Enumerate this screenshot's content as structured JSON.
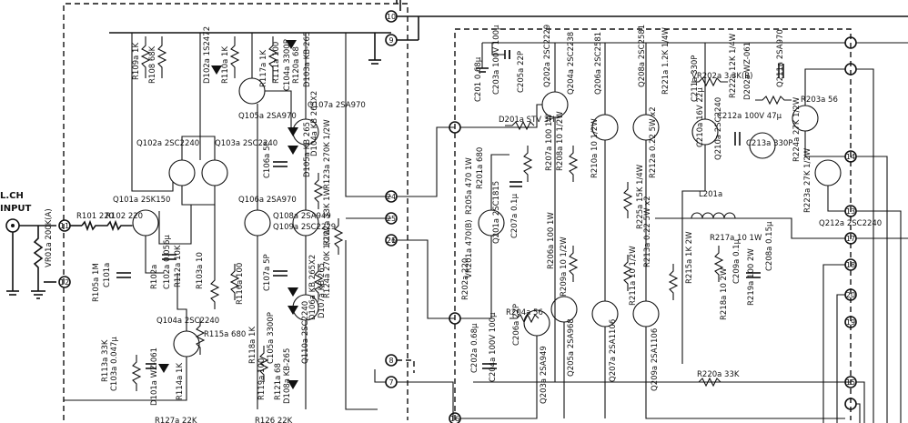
{
  "input": {
    "title_line1": "L.CH",
    "title_line2": "INPUT"
  },
  "nodes": [
    "10",
    "9",
    "11",
    "12",
    "13",
    "14",
    "15",
    "16",
    "17",
    "18",
    "19",
    "20",
    "21",
    "24",
    "25",
    "26",
    "7",
    "8"
  ],
  "components_left": [
    {
      "ref": "R109a",
      "value": "1K"
    },
    {
      "ref": "R108",
      "value": "68K"
    },
    {
      "ref": "D102a",
      "value": "1S2472"
    },
    {
      "ref": "R110a",
      "value": "1K"
    },
    {
      "ref": "R117a",
      "value": "1K"
    },
    {
      "ref": "R111a",
      "value": "100"
    },
    {
      "ref": "Q105a",
      "value": "2SA970"
    },
    {
      "ref": "C104a",
      "value": "3300P"
    },
    {
      "ref": "R120a",
      "value": "68"
    },
    {
      "ref": "D103a",
      "value": "KB-265"
    },
    {
      "ref": "Q107a",
      "value": "2SA970"
    },
    {
      "ref": "D104a",
      "value": "KB 265X2"
    },
    {
      "ref": "D105a",
      "value": "KB 265"
    },
    {
      "ref": "Q102a",
      "value": "2SC2240"
    },
    {
      "ref": "Q103a",
      "value": "2SC2240"
    },
    {
      "ref": "C106a",
      "value": "5P"
    },
    {
      "ref": "R123a",
      "value": "270K 1/2W"
    },
    {
      "ref": "Q101a",
      "value": "2SK150"
    },
    {
      "ref": "Q106a",
      "value": "2SA970"
    },
    {
      "ref": "Q108a",
      "value": "2SA949"
    },
    {
      "ref": "Q109a",
      "value": "2SC2229"
    },
    {
      "ref": "R122a",
      "value": "33K 1W"
    },
    {
      "ref": "R101",
      "value": "220"
    },
    {
      "ref": "R102",
      "value": "220"
    },
    {
      "ref": "VR01a",
      "value": "200K(A)"
    },
    {
      "ref": "R105a",
      "value": "1M"
    },
    {
      "ref": "C101a",
      "value": ""
    },
    {
      "ref": "R102a",
      "value": ""
    },
    {
      "ref": "C102a",
      "value": "0.056μ"
    },
    {
      "ref": "R112a",
      "value": "10K"
    },
    {
      "ref": "R103a",
      "value": "10"
    },
    {
      "ref": "R116a",
      "value": "100"
    },
    {
      "ref": "C107a",
      "value": "5P"
    },
    {
      "ref": "R124a",
      "value": "270K 1/2W"
    },
    {
      "ref": "D106a",
      "value": "KB 265X2"
    },
    {
      "ref": "D107a",
      "value": "KB 265"
    },
    {
      "ref": "Q104a",
      "value": "2SC2240"
    },
    {
      "ref": "R115a",
      "value": "680"
    },
    {
      "ref": "R113a",
      "value": "33K"
    },
    {
      "ref": "C103a",
      "value": "0.047μ"
    },
    {
      "ref": "D101a",
      "value": "WZ-061"
    },
    {
      "ref": "R114a",
      "value": "1K"
    },
    {
      "ref": "R118a",
      "value": "1K"
    },
    {
      "ref": "C105a",
      "value": "3300P"
    },
    {
      "ref": "R119a",
      "value": "100"
    },
    {
      "ref": "R121a",
      "value": "68"
    },
    {
      "ref": "D108a",
      "value": "KB-265"
    },
    {
      "ref": "Q110a",
      "value": "2SC2240"
    },
    {
      "ref": "R127a",
      "value": "22K"
    },
    {
      "ref": "R126",
      "value": "22K"
    }
  ],
  "components_right": [
    {
      "ref": "C201",
      "value": "0.68μ"
    },
    {
      "ref": "C203a",
      "value": "100V 100μ"
    },
    {
      "ref": "C205a",
      "value": "22P"
    },
    {
      "ref": "Q202a",
      "value": "2SC2229"
    },
    {
      "ref": "Q204a",
      "value": "2SC2238"
    },
    {
      "ref": "Q206a",
      "value": "2SC2581"
    },
    {
      "ref": "Q208a",
      "value": "2SC2581"
    },
    {
      "ref": "R221a",
      "value": "1.2K 1/4W"
    },
    {
      "ref": "VR202a",
      "value": "3.3K(B)"
    },
    {
      "ref": "C211a",
      "value": "330P"
    },
    {
      "ref": "C212a",
      "value": "100V 47μ"
    },
    {
      "ref": "R222a",
      "value": "12K 1/4W"
    },
    {
      "ref": "D202a",
      "value": "WZ-061"
    },
    {
      "ref": "Q211a",
      "value": "2SA970"
    },
    {
      "ref": "R203a",
      "value": "56"
    },
    {
      "ref": "D201a",
      "value": "STV 3H"
    },
    {
      "ref": "R201a",
      "value": "680"
    },
    {
      "ref": "R205a",
      "value": "470 1W"
    },
    {
      "ref": "R207a",
      "value": "100 1W"
    },
    {
      "ref": "R208a",
      "value": "10 1/2W"
    },
    {
      "ref": "R210a",
      "value": "10 1/2W"
    },
    {
      "ref": "R212a",
      "value": "0.22 5W x2"
    },
    {
      "ref": "R225a",
      "value": "15K 1/4W"
    },
    {
      "ref": "C210a",
      "value": "16V 22μ"
    },
    {
      "ref": "Q210a",
      "value": "2SC2240"
    },
    {
      "ref": "C213a",
      "value": "330P"
    },
    {
      "ref": "R224a",
      "value": "27K 1/2W"
    },
    {
      "ref": "R223a",
      "value": "27K 1/2W"
    },
    {
      "ref": "Q212a",
      "value": "2SC2240"
    },
    {
      "ref": "C207a",
      "value": "0.1μ"
    },
    {
      "ref": "Q201a",
      "value": "2SC1815"
    },
    {
      "ref": "VR201a",
      "value": "470(B)"
    },
    {
      "ref": "R202a",
      "value": "220"
    },
    {
      "ref": "R206a",
      "value": "100 1W"
    },
    {
      "ref": "R213a",
      "value": "0.22 5W x2"
    },
    {
      "ref": "L201a",
      "value": ""
    },
    {
      "ref": "R217a",
      "value": "10 1W"
    },
    {
      "ref": "C208a",
      "value": "0.15μ"
    },
    {
      "ref": "R204a",
      "value": "56"
    },
    {
      "ref": "C209a",
      "value": "0.1μ"
    },
    {
      "ref": "R211a",
      "value": "10 1/2W"
    },
    {
      "ref": "R209a",
      "value": "10 1/2W"
    },
    {
      "ref": "R215a",
      "value": "1K 2W"
    },
    {
      "ref": "R218a",
      "value": "10 2W"
    },
    {
      "ref": "R219a",
      "value": "100 2W"
    },
    {
      "ref": "C202a",
      "value": "0.68μ"
    },
    {
      "ref": "C204a",
      "value": "100V 100μ"
    },
    {
      "ref": "C206a",
      "value": "22P"
    },
    {
      "ref": "Q203a",
      "value": "2SA949"
    },
    {
      "ref": "Q205a",
      "value": "2SA968"
    },
    {
      "ref": "Q207a",
      "value": "2SA1106"
    },
    {
      "ref": "Q209a",
      "value": "2SA1106"
    },
    {
      "ref": "R220a",
      "value": "33K"
    }
  ]
}
